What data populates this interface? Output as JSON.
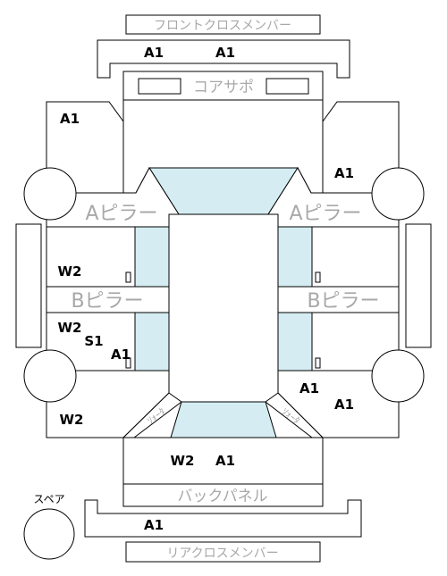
{
  "labels": {
    "front_cross_member": "フロントクロスメンバー",
    "core_support": "コアサポ",
    "a_pillar_left": "Aピラー",
    "a_pillar_right": "Aピラー",
    "b_pillar_left": "Bピラー",
    "b_pillar_right": "Bピラー",
    "quarter_left": "ｿｫｰﾀ",
    "quarter_right": "ｿｫｰﾀ",
    "back_panel": "バックパネル",
    "rear_cross_member": "リアクロスメンバー",
    "spare": "スペア"
  },
  "codes": {
    "front_cross_left": "A1",
    "front_cross_right": "A1",
    "front_left_fender": "A1",
    "front_right_fender": "A1",
    "left_front_door": "W2",
    "left_rear_door": "W2",
    "left_rear_door_s": "S1",
    "left_rear_door_a": "A1",
    "left_quarter": "W2",
    "right_rear_door": "A1",
    "right_quarter": "A1",
    "trunk_w": "W2",
    "trunk_a": "A1",
    "rear_cross": "A1"
  },
  "colors": {
    "glass": "#d4ecf2",
    "outline": "#000000",
    "label_gray": "#a8a8a8"
  }
}
